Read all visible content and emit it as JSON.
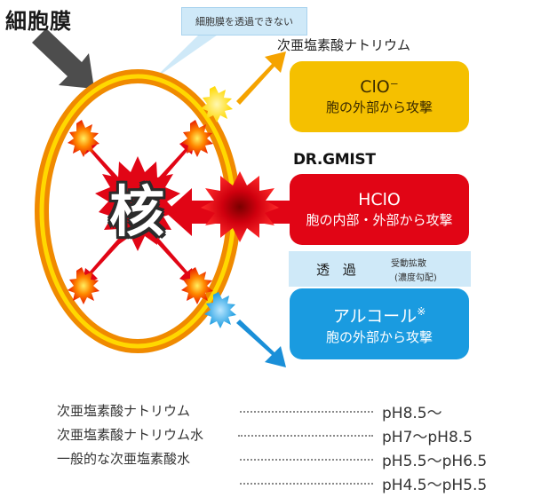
{
  "membrane_label": "細胞膜",
  "callout": "細胞膜を透過できない",
  "naclo_heading": "次亜塩素酸ナトリウム",
  "clo_box": {
    "title": "ClO⁻",
    "desc": "胞の外部から攻撃"
  },
  "brand": "DR.GMIST",
  "hclo_box": {
    "title": "HClO",
    "desc": "胞の内部・外部から攻撃"
  },
  "permeation": {
    "label": "透 過",
    "sub1": "受動拡散",
    "sub2": "(濃度勾配)"
  },
  "alcohol_box": {
    "title": "アルコール",
    "mark": "※",
    "desc": "胞の外部から攻撃"
  },
  "nucleus": "核",
  "colors": {
    "membrane_outer": "#f08a00",
    "membrane_inner": "#ffd800",
    "clo": "#f5c000",
    "hclo": "#e10515",
    "alcohol": "#1a9be0",
    "callout": "#cfe9f8"
  },
  "ph_table": [
    {
      "name": "次亜塩素酸ナトリウム",
      "value": "pH8.5〜"
    },
    {
      "name": "次亜塩素酸ナトリウム水",
      "value": "pH7〜pH8.5"
    },
    {
      "name": "一般的な次亜塩素酸水",
      "value": "pH5.5〜pH6.5"
    },
    {
      "name": "",
      "value": "pH4.5〜pH5.5"
    }
  ]
}
